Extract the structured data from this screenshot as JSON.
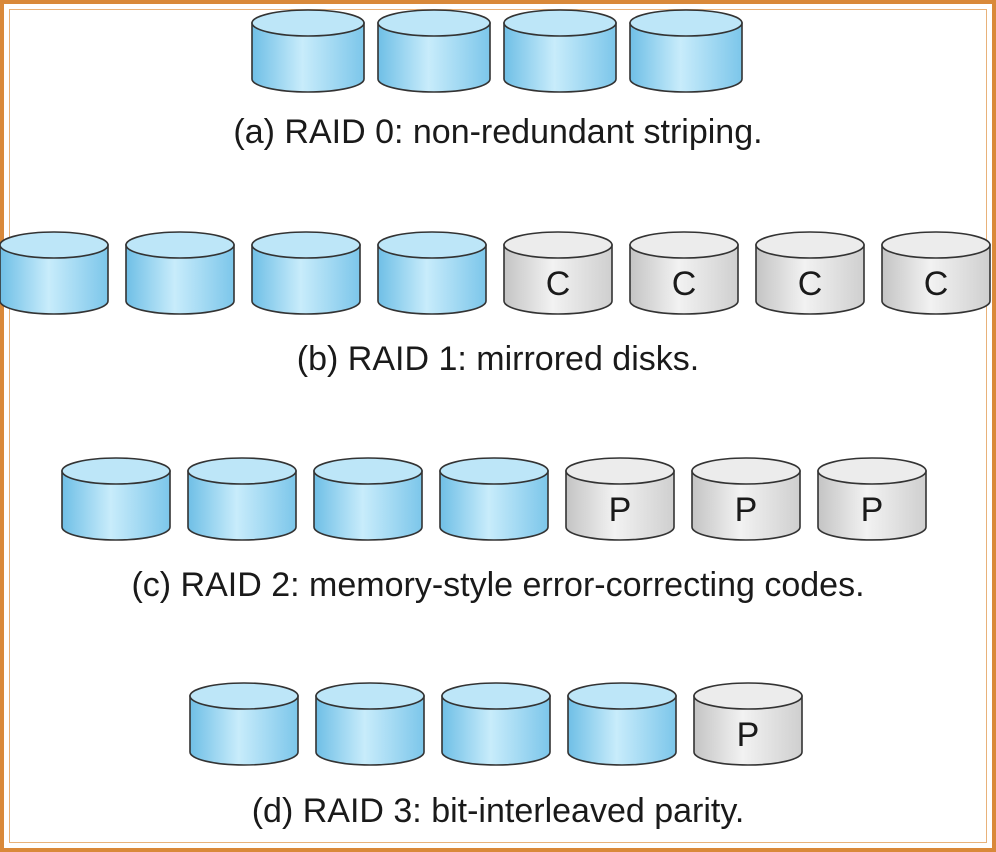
{
  "colors": {
    "border": "#d9893a",
    "data_disk_body": "#8fd0ee",
    "data_disk_top": "#bde6f8",
    "check_disk_body": "#d9d9d9",
    "check_disk_top": "#ececec",
    "outline": "#333333"
  },
  "rows": [
    {
      "caption": "(a) RAID 0: non-redundant striping.",
      "disks": [
        {
          "kind": "data",
          "label": ""
        },
        {
          "kind": "data",
          "label": ""
        },
        {
          "kind": "data",
          "label": ""
        },
        {
          "kind": "data",
          "label": ""
        }
      ]
    },
    {
      "caption": "(b) RAID 1: mirrored disks.",
      "disks": [
        {
          "kind": "data",
          "label": ""
        },
        {
          "kind": "data",
          "label": ""
        },
        {
          "kind": "data",
          "label": ""
        },
        {
          "kind": "data",
          "label": ""
        },
        {
          "kind": "check",
          "label": "C"
        },
        {
          "kind": "check",
          "label": "C"
        },
        {
          "kind": "check",
          "label": "C"
        },
        {
          "kind": "check",
          "label": "C"
        }
      ]
    },
    {
      "caption": "(c) RAID 2: memory-style error-correcting codes.",
      "disks": [
        {
          "kind": "data",
          "label": ""
        },
        {
          "kind": "data",
          "label": ""
        },
        {
          "kind": "data",
          "label": ""
        },
        {
          "kind": "data",
          "label": ""
        },
        {
          "kind": "check",
          "label": "P"
        },
        {
          "kind": "check",
          "label": "P"
        },
        {
          "kind": "check",
          "label": "P"
        }
      ]
    },
    {
      "caption": "(d) RAID 3: bit-interleaved parity.",
      "disks": [
        {
          "kind": "data",
          "label": ""
        },
        {
          "kind": "data",
          "label": ""
        },
        {
          "kind": "data",
          "label": ""
        },
        {
          "kind": "data",
          "label": ""
        },
        {
          "kind": "check",
          "label": "P"
        }
      ]
    }
  ]
}
